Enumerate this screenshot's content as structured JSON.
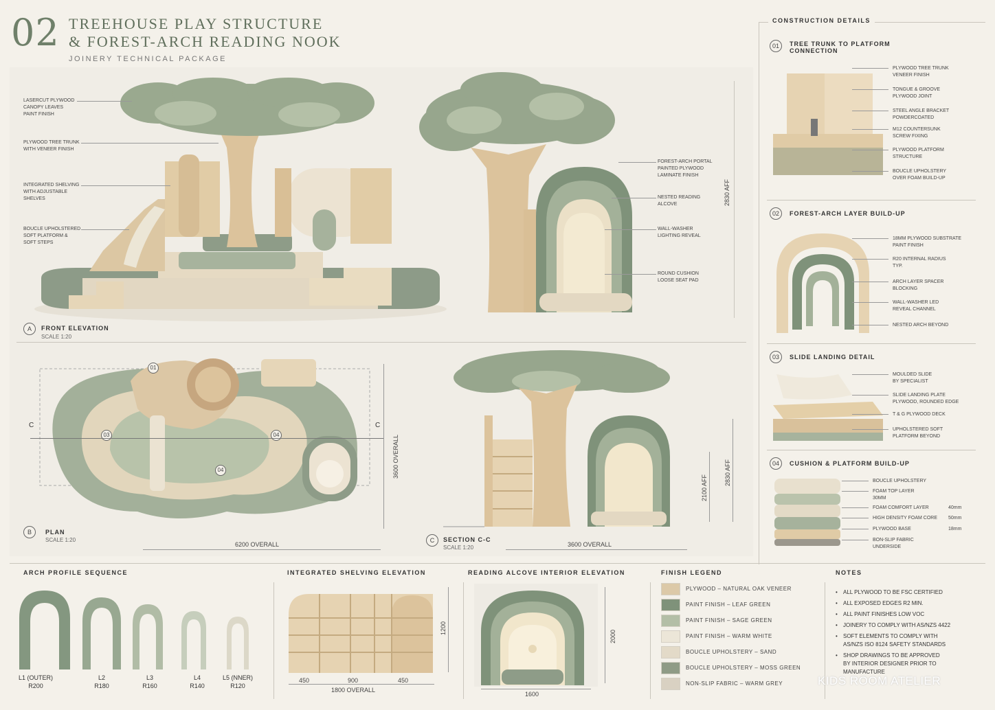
{
  "header": {
    "number": "02",
    "title_line1": "TREEHOUSE PLAY STRUCTURE",
    "title_line2": "& FOREST-ARCH READING NOOK",
    "subtitle": "JOINERY TECHNICAL PACKAGE"
  },
  "front_elevation": {
    "marker": "A",
    "title": "FRONT ELEVATION",
    "scale": "SCALE 1:20",
    "labels": [
      "LASERCUT PLYWOOD",
      "CANOPY LEAVES",
      "PAINT FINISH",
      "PLYWOOD TREE TRUNK",
      "WITH VENEER FINISH",
      "INTEGRATED SHELVING",
      "WITH ADJUSTABLE",
      "SHELVES",
      "BOUCLE UPHOLSTERED",
      "SOFT PLATFORM &",
      "SOFT STEPS"
    ]
  },
  "side_elevation": {
    "labels": [
      "FOREST-ARCH PORTAL",
      "PAINTED PLYWOOD",
      "LAMINATE FINISH",
      "NESTED READING",
      "ALCOVE",
      "WALL-WASHER",
      "LIGHTING REVEAL",
      "ROUND CUSHION",
      "LOOSE SEAT PAD"
    ],
    "height_dim": "2830 AFF"
  },
  "plan": {
    "marker": "B",
    "title": "PLAN",
    "scale": "SCALE 1:20",
    "width_dim": "6200 OVERALL",
    "depth_dim": "3600 OVERALL",
    "callouts": [
      "01",
      "03",
      "04",
      "04"
    ],
    "cut": "C"
  },
  "section": {
    "marker": "C",
    "title": "SECTION C-C",
    "scale": "SCALE 1:20",
    "width_dim": "3600 OVERALL",
    "height_dim": "2830 AFF",
    "alcove_dim": "2100 AFF"
  },
  "construction": {
    "heading": "CONSTRUCTION DETAILS",
    "details": [
      {
        "num": "01",
        "title_l1": "TREE TRUNK TO PLATFORM",
        "title_l2": "CONNECTION",
        "labels": [
          [
            "PLYWOOD TREE TRUNK",
            "VENEER FINISH"
          ],
          [
            "TONGUE & GROOVE",
            "PLYWOOD JOINT"
          ],
          [
            "STEEL ANGLE BRACKET",
            "POWDERCOATED"
          ],
          [
            "M12 COUNTERSUNK",
            "SCREW FIXING"
          ],
          [
            "PLYWOOD PLATFORM",
            "STRUCTURE"
          ],
          [
            "BOUCLE UPHOLSTERY",
            "OVER FOAM BUILD-UP"
          ]
        ]
      },
      {
        "num": "02",
        "title_l1": "FOREST-ARCH LAYER BUILD-UP",
        "title_l2": "",
        "labels": [
          [
            "18mm PLYWOOD SUBSTRATE",
            "PAINT FINISH"
          ],
          [
            "R20 INTERNAL RADIUS",
            "TYP."
          ],
          [
            "ARCH LAYER SPACER",
            "BLOCKING"
          ],
          [
            "WALL-WASHER LED",
            "REVEAL CHANNEL"
          ],
          [
            "NESTED ARCH BEYOND",
            ""
          ]
        ]
      },
      {
        "num": "03",
        "title_l1": "SLIDE LANDING DETAIL",
        "title_l2": "",
        "labels": [
          [
            "MOULDED SLIDE",
            "BY SPECIALIST"
          ],
          [
            "SLIDE LANDING PLATE",
            "PLYWOOD, ROUNDED EDGE"
          ],
          [
            "T & G PLYWOOD DECK",
            ""
          ],
          [
            "UPHOLSTERED SOFT",
            "PLATFORM BEYOND"
          ]
        ]
      },
      {
        "num": "04",
        "title_l1": "CUSHION & PLATFORM BUILD-UP",
        "title_l2": "",
        "labels": [
          [
            "BOUCLE UPHOLSTERY",
            "",
            ""
          ],
          [
            "FOAM TOP LAYER",
            "30mm",
            ""
          ],
          [
            "FOAM COMFORT LAYER",
            "",
            "40mm"
          ],
          [
            "HIGH DENSITY FOAM CORE",
            "",
            "50mm"
          ],
          [
            "PLYWOOD BASE",
            "",
            "18mm"
          ],
          [
            "BON-SLIP FABRIC",
            "UNDERSIDE",
            ""
          ]
        ]
      }
    ]
  },
  "arch_profile": {
    "heading": "ARCH PROFILE SEQUENCE",
    "items": [
      {
        "name": "L1 (OUTER)",
        "radius": "R200"
      },
      {
        "name": "L2",
        "radius": "R180"
      },
      {
        "name": "L3",
        "radius": "R160"
      },
      {
        "name": "L4",
        "radius": "R140"
      },
      {
        "name": "L5 (NNER)",
        "radius": "R120"
      }
    ]
  },
  "shelving": {
    "heading": "INTEGRATED SHELVING ELEVATION",
    "dims": [
      "450",
      "900",
      "450"
    ],
    "overall": "1800 OVERALL",
    "height": "1200"
  },
  "alcove": {
    "heading": "READING ALCOVE INTERIOR ELEVATION",
    "width": "1600",
    "height": "2000"
  },
  "legend": {
    "heading": "FINISH LEGEND",
    "items": [
      {
        "label": "PLYWOOD – NATURAL OAK VENEER",
        "color": "#dcc9a8"
      },
      {
        "label": "PAINT FINISH – LEAF GREEN",
        "color": "#7f927a"
      },
      {
        "label": "PAINT FINISH – SAGE GREEN",
        "color": "#b3bea6"
      },
      {
        "label": "PAINT FINISH – WARM WHITE",
        "color": "#ece6d8"
      },
      {
        "label": "BOUCLE UPHOLSTERY – SAND",
        "color": "#e3dac8"
      },
      {
        "label": "BOUCLE UPHOLSTERY – MOSS GREEN",
        "color": "#8f9b86"
      },
      {
        "label": "NON-SLIP FABRIC – WARM GREY",
        "color": "#d9d1c2"
      }
    ]
  },
  "notes": {
    "heading": "NOTES",
    "items": [
      [
        "ALL PLYWOOD TO BE FSC CERTIFIED"
      ],
      [
        "ALL EXPOSED EDGES R2 MIN."
      ],
      [
        "ALL PAINT FINISHES LOW VOC"
      ],
      [
        "JOINERY TO COMPLY WITH AS/NZS 4422"
      ],
      [
        "SOFT ELEMENTS TO COMPLY WITH",
        "AS/NZS ISO 8124 SAFETY STANDARDS"
      ],
      [
        "SHOP DRAWINGS TO BE APPROVED",
        "BY INTERIOR DESIGNER PRIOR TO",
        "MANUFACTURE"
      ]
    ]
  },
  "watermark": "KIDS ROOM ATELIER"
}
